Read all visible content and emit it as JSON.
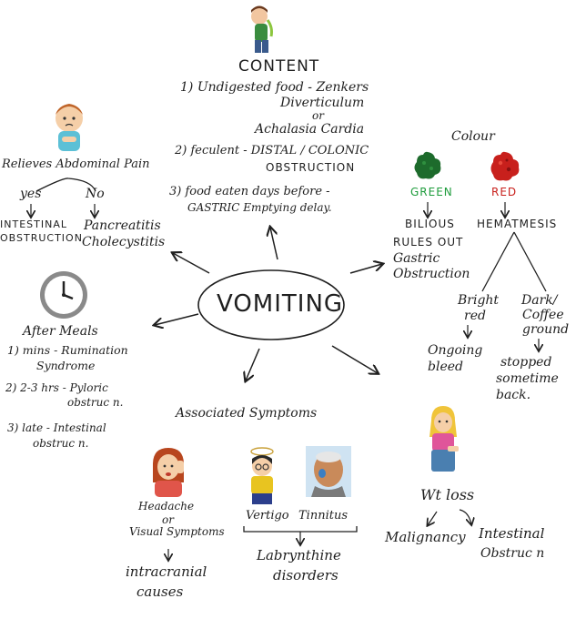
{
  "center": {
    "title": "VOMITING"
  },
  "content": {
    "heading": "CONTENT",
    "l1a": "1) Undigested food - Zenkers",
    "l1b": "Diverticulum",
    "l1c": "or",
    "l1d": "Achalasia Cardia",
    "l2a": "2) feculent - DISTAL / COLONIC",
    "l2b": "OBSTRUCTION",
    "l3a": "3) food eaten days before -",
    "l3b": "GASTRIC Emptying delay."
  },
  "pain": {
    "heading": "Relieves Abdominal Pain",
    "yes": "yes",
    "no": "No",
    "yes_a": "INTESTINAL",
    "yes_b": "OBSTRUCTION",
    "no_a": "Pancreatitis",
    "no_b": "Cholecystitis"
  },
  "colour": {
    "heading": "Colour",
    "green": "GREEN",
    "red": "RED",
    "bilious": "BILIOUS",
    "rules_a": "RULES OUT",
    "rules_b": "Gastric",
    "rules_c": "Obstruction",
    "hemat": "HEMATMESIS",
    "bright_a": "Bright",
    "bright_b": "red",
    "ongoing_a": "Ongoing",
    "ongoing_b": "bleed",
    "dark_a": "Dark/",
    "dark_b": "Coffee",
    "dark_c": "ground",
    "stopped_a": "stopped",
    "stopped_b": "sometime",
    "stopped_c": "back."
  },
  "meals": {
    "heading": "After Meals",
    "l1a": "1) mins - Rumination",
    "l1b": "Syndrome",
    "l2a": "2) 2-3 hrs - Pyloric",
    "l2b": "obstruc n.",
    "l3a": "3) late - Intestinal",
    "l3b": "obstruc n."
  },
  "assoc": {
    "heading": "Associated Symptoms",
    "headache_a": "Headache",
    "headache_b": "or",
    "headache_c": "Visual Symptoms",
    "intra_a": "intracranial",
    "intra_b": "causes",
    "vertigo": "Vertigo",
    "tinnitus": "Tinnitus",
    "laby_a": "Labrynthine",
    "laby_b": "disorders"
  },
  "wtloss": {
    "heading": "Wt loss",
    "malig": "Malignancy",
    "intest_a": "Intestinal",
    "intest_b": "Obstruc n"
  },
  "colors": {
    "green": "#1e9c3c",
    "red": "#c8201c",
    "ink": "#1f1f1f"
  }
}
